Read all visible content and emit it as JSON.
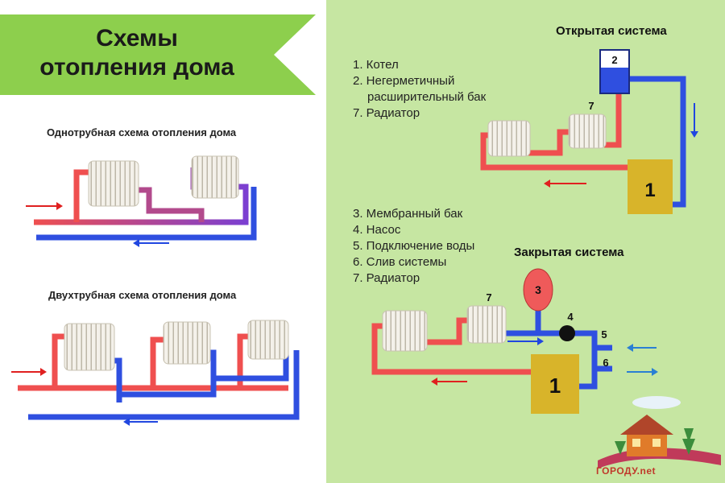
{
  "banner": {
    "line1": "Схемы",
    "line2": "отопления дома"
  },
  "single_pipe": {
    "title": "Однотрубная схема отопления дома"
  },
  "two_pipe": {
    "title": "Двухтрубная схема отопления дома"
  },
  "open_system": {
    "title": "Открытая система",
    "legend": [
      "1. Котел",
      "2. Негерметичный",
      "расширительный бак",
      "7. Радиатор"
    ],
    "labels": {
      "boiler": "1",
      "tank": "2",
      "radiator": "7"
    }
  },
  "closed_system": {
    "title": "Закрытая система",
    "legend": [
      "3. Мембранный бак",
      "4. Насос",
      "5. Подключение воды",
      "6. Слив системы",
      "7. Радиатор"
    ],
    "labels": {
      "boiler": "1",
      "membrane_tank": "3",
      "pump": "4",
      "water_in": "5",
      "drain": "6",
      "radiator": "7"
    }
  },
  "brand": {
    "text": "ГОРОДУ.net"
  },
  "colors": {
    "hot_pipe": "#ef4f4f",
    "cold_pipe": "#2f4fe0",
    "mixed_pipe": "#8e44ad",
    "boiler": "#d8b42a",
    "panel": "#c6e6a2",
    "banner": "#8dcf4d",
    "membrane_tank": "#ef5a5a"
  }
}
